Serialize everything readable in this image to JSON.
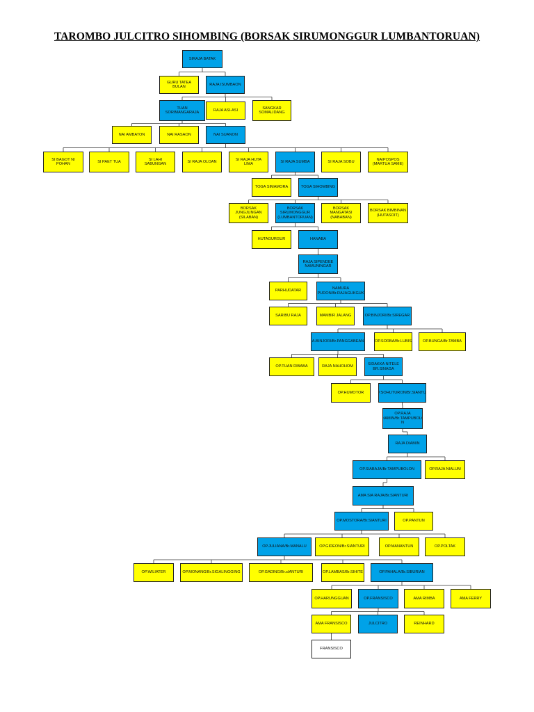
{
  "title": "TAROMBO JULCITRO SIHOMBING (BORSAK SIRUMONGGUR LUMBANTORUAN)",
  "colors": {
    "yellow": "#ffff00",
    "blue": "#00a2e8",
    "white": "#ffffff"
  },
  "nodes": [
    {
      "id": "siraja_batak",
      "label": "SIRAJA BATAK",
      "color": "blue"
    },
    {
      "id": "guru_tatea_bulan",
      "label": "GURU TATEA BULAN",
      "color": "yellow"
    },
    {
      "id": "raja_isumbaon",
      "label": "RAJA ISUMBAON",
      "color": "blue"
    },
    {
      "id": "tuan_sorimangaraja",
      "label": "TUAN\nSORIMANGARAJA",
      "color": "blue"
    },
    {
      "id": "raja_asi_asi",
      "label": "RAJA ASI-ASI",
      "color": "yellow"
    },
    {
      "id": "sangkar_somalidang",
      "label": "SANGKAR\nSOMALIDANG",
      "color": "yellow"
    },
    {
      "id": "nai_ambaton",
      "label": "NAI AMBATON",
      "color": "yellow"
    },
    {
      "id": "nai_rasaon",
      "label": "NAI RASAON",
      "color": "yellow"
    },
    {
      "id": "nai_suanon",
      "label": "NAI SUANON",
      "color": "blue"
    },
    {
      "id": "si_bagot_ni_pohan",
      "label": "SI BAGOT NI POHAN",
      "color": "yellow"
    },
    {
      "id": "si_paet_tua",
      "label": "SI PAET TUA",
      "color": "yellow"
    },
    {
      "id": "si_lahi_sabungan",
      "label": "SI LAHI SABUNGAN",
      "color": "yellow"
    },
    {
      "id": "si_raja_oloan",
      "label": "SI RAJA OLOAN",
      "color": "yellow"
    },
    {
      "id": "si_raja_huta_lima",
      "label": "SI RAJA HUTA LIMA",
      "color": "yellow"
    },
    {
      "id": "si_raja_sumba",
      "label": "SI RAJA SUMBA",
      "color": "blue"
    },
    {
      "id": "si_raja_sobu",
      "label": "SI RAJA SOBU",
      "color": "yellow"
    },
    {
      "id": "naipospos",
      "label": "NAIPOSPOS\n(MARTUA SAME)",
      "color": "yellow"
    },
    {
      "id": "toga_simamora",
      "label": "TOGA SIMAMORA",
      "color": "yellow"
    },
    {
      "id": "toga_sihombing",
      "label": "TOGA SIHOMBING",
      "color": "blue"
    },
    {
      "id": "borsak_jungjungan",
      "label": "BORSAK\nJUNGJUNGAN\n(SILABAN)",
      "color": "yellow"
    },
    {
      "id": "borsak_sirumonggur",
      "label": "BORSAK\nSIRUMONGGUR\n(LUMBANTORUAN)",
      "color": "blue"
    },
    {
      "id": "borsak_mangatasi",
      "label": "BORSAK\nMANGATASI\n(NABABAN)",
      "color": "yellow"
    },
    {
      "id": "borsak_bimbinan",
      "label": "BORSAK BIMBINAN\n(HUTASOIT)",
      "color": "yellow"
    },
    {
      "id": "hutagurgur",
      "label": "HUTAGURGUR",
      "color": "yellow"
    },
    {
      "id": "hanaba",
      "label": "HANABA",
      "color": "blue"
    },
    {
      "id": "raja_sipendee",
      "label": "RAJA SIPENDEE\nNAMUNINGAR",
      "color": "blue"
    },
    {
      "id": "parhudatar",
      "label": "PARHUDATAR",
      "color": "yellow"
    },
    {
      "id": "namura_pudon",
      "label": "NAMURA\nPUDON/Br.RAJAGUKGUK",
      "color": "blue"
    },
    {
      "id": "saribu_raja",
      "label": "SARIBU RAJA",
      "color": "yellow"
    },
    {
      "id": "mambir_jalang",
      "label": "MAMBIR JALANG",
      "color": "yellow"
    },
    {
      "id": "op_binjori",
      "label": "OP.BINJORI/Br.SIREGAR",
      "color": "blue"
    },
    {
      "id": "a_binjori",
      "label": "A.BINJORI/Br.PANGGABEAN",
      "color": "blue"
    },
    {
      "id": "op_sorba",
      "label": "OP.SORBA/Br.LUBIS",
      "color": "yellow"
    },
    {
      "id": "op_bunga",
      "label": "OP.BUNGA/Br.TAMBA",
      "color": "yellow"
    },
    {
      "id": "op_tuan_dibaba",
      "label": "OP.TUAN DIBABA",
      "color": "yellow"
    },
    {
      "id": "raja_nahohom",
      "label": "RAJA NAHOHOM",
      "color": "yellow"
    },
    {
      "id": "sidakka_niteli",
      "label": "SIDAKKA NITELE\nBR.SINAGA",
      "color": "blue"
    },
    {
      "id": "op_humotor",
      "label": "OP.HUMOTOR",
      "color": "yellow"
    },
    {
      "id": "op_sohuturon",
      "label": "OP.SOHUTURON/Br.SIANTURI",
      "color": "blue"
    },
    {
      "id": "op_raja_diamin",
      "label": "OP.RAJA\nDIAMIN/Br.TAMPUBOLO\nN",
      "color": "blue"
    },
    {
      "id": "raja_diamin",
      "label": "RAJA DIAMIN",
      "color": "blue"
    },
    {
      "id": "op_siabaja",
      "label": "OP.SIABAJA/Br.TAMPUBOLON",
      "color": "blue"
    },
    {
      "id": "op_raja_nialum",
      "label": "OP.RAJA NIALUM",
      "color": "yellow"
    },
    {
      "id": "ama_sia_raja",
      "label": "AMA SIA RAJA/Br.SIANTURI",
      "color": "blue"
    },
    {
      "id": "op_mostora",
      "label": "OP.MOSTORA/Br.SIANTURI",
      "color": "blue"
    },
    {
      "id": "op_pantun",
      "label": "OP.PANTUN",
      "color": "yellow"
    },
    {
      "id": "op_juliana",
      "label": "OP.JULIANA/Br.MANALU",
      "color": "blue"
    },
    {
      "id": "op_gideon",
      "label": "OP.GIDEON/Br.SIANTURI",
      "color": "yellow"
    },
    {
      "id": "op_manantun",
      "label": "OP.MANANTUN",
      "color": "yellow"
    },
    {
      "id": "op_poltak",
      "label": "OP.POLTAK",
      "color": "yellow"
    },
    {
      "id": "op_wiliater",
      "label": "OP.WILIATER",
      "color": "yellow"
    },
    {
      "id": "op_monang",
      "label": "OP.MONANG/Br.SIGALINGGING",
      "color": "yellow"
    },
    {
      "id": "op_gading",
      "label": "OP.GADING/Br.sIANTURI",
      "color": "yellow"
    },
    {
      "id": "op_lambas",
      "label": "OP.LAMBAS/Br.SIHITE",
      "color": "yellow"
    },
    {
      "id": "op_pahala",
      "label": "OP.PAHALA/Br.SIBURIAN",
      "color": "blue"
    },
    {
      "id": "op_harungguan",
      "label": "OP.HARUNGGUAN",
      "color": "yellow"
    },
    {
      "id": "op_fransisco",
      "label": "OP.FRANSISCO",
      "color": "blue"
    },
    {
      "id": "ama_rimba",
      "label": "AMA RIMBA",
      "color": "yellow"
    },
    {
      "id": "ama_ferry",
      "label": "AMA FERRY",
      "color": "yellow"
    },
    {
      "id": "ama_fransisco",
      "label": "AMA FRANSISCO",
      "color": "yellow"
    },
    {
      "id": "julcitro",
      "label": "JULCITRO",
      "color": "blue"
    },
    {
      "id": "reinhard",
      "label": "REINHARD",
      "color": "yellow"
    },
    {
      "id": "fransisco",
      "label": "FRANSISCO",
      "color": "white"
    }
  ],
  "edges": [
    [
      "siraja_batak",
      [
        "guru_tatea_bulan",
        "raja_isumbaon"
      ]
    ],
    [
      "raja_isumbaon",
      [
        "tuan_sorimangaraja",
        "raja_asi_asi",
        "sangkar_somalidang"
      ]
    ],
    [
      "tuan_sorimangaraja",
      [
        "nai_ambaton",
        "nai_rasaon",
        "nai_suanon"
      ]
    ],
    [
      "nai_suanon",
      [
        "si_bagot_ni_pohan",
        "si_paet_tua",
        "si_lahi_sabungan",
        "si_raja_oloan",
        "si_raja_huta_lima",
        "si_raja_sumba",
        "si_raja_sobu",
        "naipospos"
      ]
    ],
    [
      "si_raja_sumba",
      [
        "toga_simamora",
        "toga_sihombing"
      ]
    ],
    [
      "toga_sihombing",
      [
        "borsak_jungjungan",
        "borsak_sirumonggur",
        "borsak_mangatasi",
        "borsak_bimbinan"
      ]
    ],
    [
      "borsak_sirumonggur",
      [
        "hutagurgur",
        "hanaba"
      ]
    ],
    [
      "hanaba",
      [
        "raja_sipendee"
      ]
    ],
    [
      "raja_sipendee",
      [
        "parhudatar",
        "namura_pudon"
      ]
    ],
    [
      "namura_pudon",
      [
        "saribu_raja",
        "mambir_jalang",
        "op_binjori"
      ]
    ],
    [
      "op_binjori",
      [
        "a_binjori",
        "op_sorba",
        "op_bunga"
      ]
    ],
    [
      "a_binjori",
      [
        "op_tuan_dibaba",
        "raja_nahohom",
        "sidakka_niteli"
      ]
    ],
    [
      "sidakka_niteli",
      [
        "op_humotor",
        "op_sohuturon"
      ]
    ],
    [
      "op_sohuturon",
      [
        "op_raja_diamin"
      ]
    ],
    [
      "op_raja_diamin",
      [
        "raja_diamin"
      ]
    ],
    [
      "raja_diamin",
      [
        "op_siabaja",
        "op_raja_nialum"
      ]
    ],
    [
      "op_siabaja",
      [
        "ama_sia_raja"
      ]
    ],
    [
      "ama_sia_raja",
      [
        "op_mostora",
        "op_pantun"
      ]
    ],
    [
      "op_mostora",
      [
        "op_juliana",
        "op_gideon",
        "op_manantun",
        "op_poltak"
      ]
    ],
    [
      "op_juliana",
      [
        "op_wiliater",
        "op_monang",
        "op_gading",
        "op_lambas",
        "op_pahala"
      ]
    ],
    [
      "op_pahala",
      [
        "op_harungguan",
        "op_fransisco",
        "ama_rimba",
        "ama_ferry"
      ]
    ],
    [
      "op_fransisco",
      [
        "ama_fransisco",
        "julcitro",
        "reinhard"
      ]
    ],
    [
      "ama_fransisco",
      [
        "fransisco"
      ]
    ]
  ]
}
